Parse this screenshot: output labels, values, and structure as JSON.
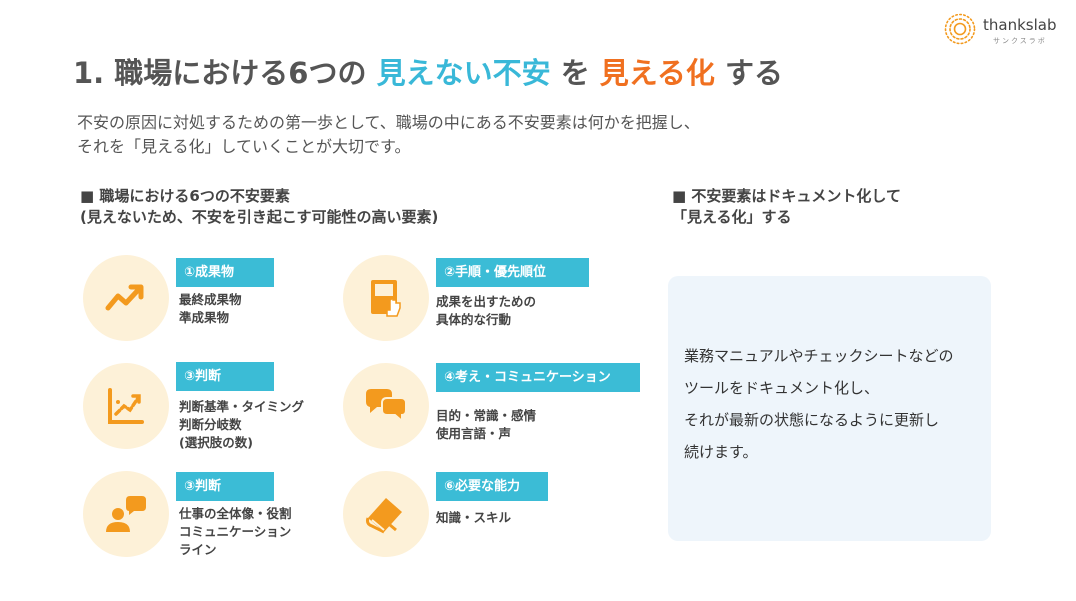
{
  "logo": {
    "name": "thankslab",
    "sub": "サンクスラボ"
  },
  "title": {
    "prefix": "1. 職場における6つの ",
    "highlight1": "見えない不安",
    "middle": " を ",
    "highlight2": "見える化",
    "suffix": " する"
  },
  "intro": {
    "line1": "不安の原因に対処するための第一歩として、職場の中にある不安要素は何かを把握し、",
    "line2": "それを「見える化」していくことが大切です。"
  },
  "left_section": {
    "heading_line1": "■ 職場における6つの不安要素",
    "heading_line2": " (見えないため、不安を引き起こす可能性の高い要素)"
  },
  "right_section": {
    "heading_line1": "■ 不安要素はドキュメント化して",
    "heading_line2": "「見える化」する"
  },
  "items": [
    {
      "icon": "trend-up-icon",
      "tag": "①成果物",
      "lines": [
        "最終成果物",
        "準成果物"
      ]
    },
    {
      "icon": "manual-book-icon",
      "tag": "②手順・優先順位",
      "lines": [
        "成果を出すための",
        "具体的な行動"
      ]
    },
    {
      "icon": "chart-judgment-icon",
      "tag": "③判断",
      "lines": [
        "判断基準・タイミング",
        "判断分岐数",
        "(選択肢の数)"
      ]
    },
    {
      "icon": "speech-bubbles-icon",
      "tag": "④考え・コミュニケーション",
      "lines": [
        "目的・常識・感情",
        "使用言語・声"
      ]
    },
    {
      "icon": "person-chat-icon",
      "tag": "③判断",
      "lines": [
        "仕事の全体像・役割",
        "コミュニケーション",
        "ライン"
      ]
    },
    {
      "icon": "book-icon",
      "tag": "⑥必要な能力",
      "lines": [
        "知識・スキル"
      ]
    }
  ],
  "doc_box": {
    "lines": [
      "業務マニュアルやチェックシートなどの",
      "ツールをドキュメント化し、",
      "それが最新の状態になるように更新し",
      "続けます。"
    ]
  },
  "colors": {
    "accent_blue": "#3bbcd6",
    "accent_orange": "#f07020",
    "icon_orange": "#f39a1e",
    "circle_bg": "#fdf1d8"
  }
}
